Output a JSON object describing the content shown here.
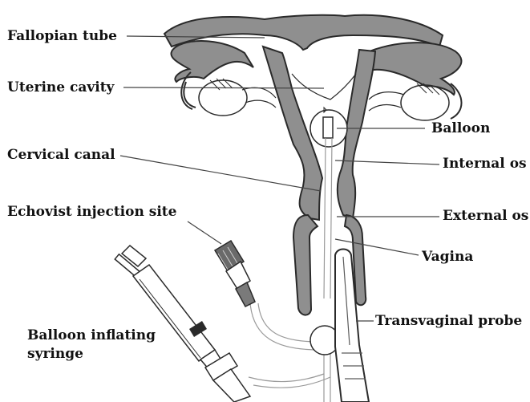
{
  "labels": {
    "fallopian_tube": "Fallopian tube",
    "uterine_cavity": "Uterine cavity",
    "cervical_canal": "Cervical canal",
    "echovist_injection_site": "Echovist injection site",
    "balloon_inflating_syringe_line1": "Balloon inflating",
    "balloon_inflating_syringe_line2": "syringe",
    "balloon": "Balloon",
    "internal_os": "Internal os",
    "external_os": "External os",
    "vagina": "Vagina",
    "transvaginal_probe": "Transvaginal probe"
  },
  "colors": {
    "tissue": "#8f8f8f",
    "outline": "#2a2a2a",
    "line": "#444444",
    "text": "#111111"
  }
}
